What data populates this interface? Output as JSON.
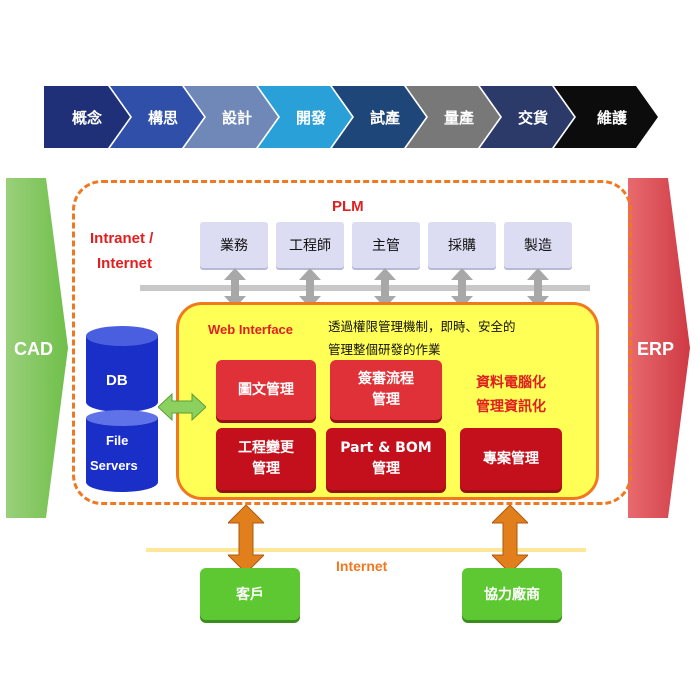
{
  "process_steps": [
    {
      "label": "概念",
      "color": "#1f2f78"
    },
    {
      "label": "構思",
      "color": "#2f4fa8"
    },
    {
      "label": "設計",
      "color": "#7088b8"
    },
    {
      "label": "開發",
      "color": "#2aa0d8"
    },
    {
      "label": "試產",
      "color": "#1e4678"
    },
    {
      "label": "量產",
      "color": "#787878"
    },
    {
      "label": "交貨",
      "color": "#2c3a6a"
    },
    {
      "label": "維護",
      "color": "#0c0c0c"
    }
  ],
  "left_system": "CAD",
  "right_system": "ERP",
  "plm_title": "PLM",
  "network_label_line1": "Intranet /",
  "network_label_line2": "Internet",
  "departments": [
    "業務",
    "工程師",
    "主管",
    "採購",
    "製造"
  ],
  "web_interface": {
    "label": "Web Interface",
    "desc_line1": "透過權限管理機制，即時、安全的",
    "desc_line2": "管理整個研發的作業"
  },
  "storage": {
    "top": "DB",
    "bottom_line1": "File",
    "bottom_line2": "Servers"
  },
  "modules": {
    "doc": "圖文管理",
    "sign_line1": "簽審流程",
    "sign_line2": "管理",
    "change_line1": "工程變更",
    "change_line2": "管理",
    "bom_line1": "Part & BOM",
    "bom_line2": "管理",
    "project": "專案管理"
  },
  "slogan_line1": "資料電腦化",
  "slogan_line2": "管理資訊化",
  "internet_label": "Internet",
  "external": {
    "customer": "客戶",
    "supplier": "協力廠商"
  },
  "colors": {
    "accent_orange": "#f07820",
    "module_red": "#d81e28",
    "plm_red": "#e02020",
    "green": "#5ec832"
  }
}
